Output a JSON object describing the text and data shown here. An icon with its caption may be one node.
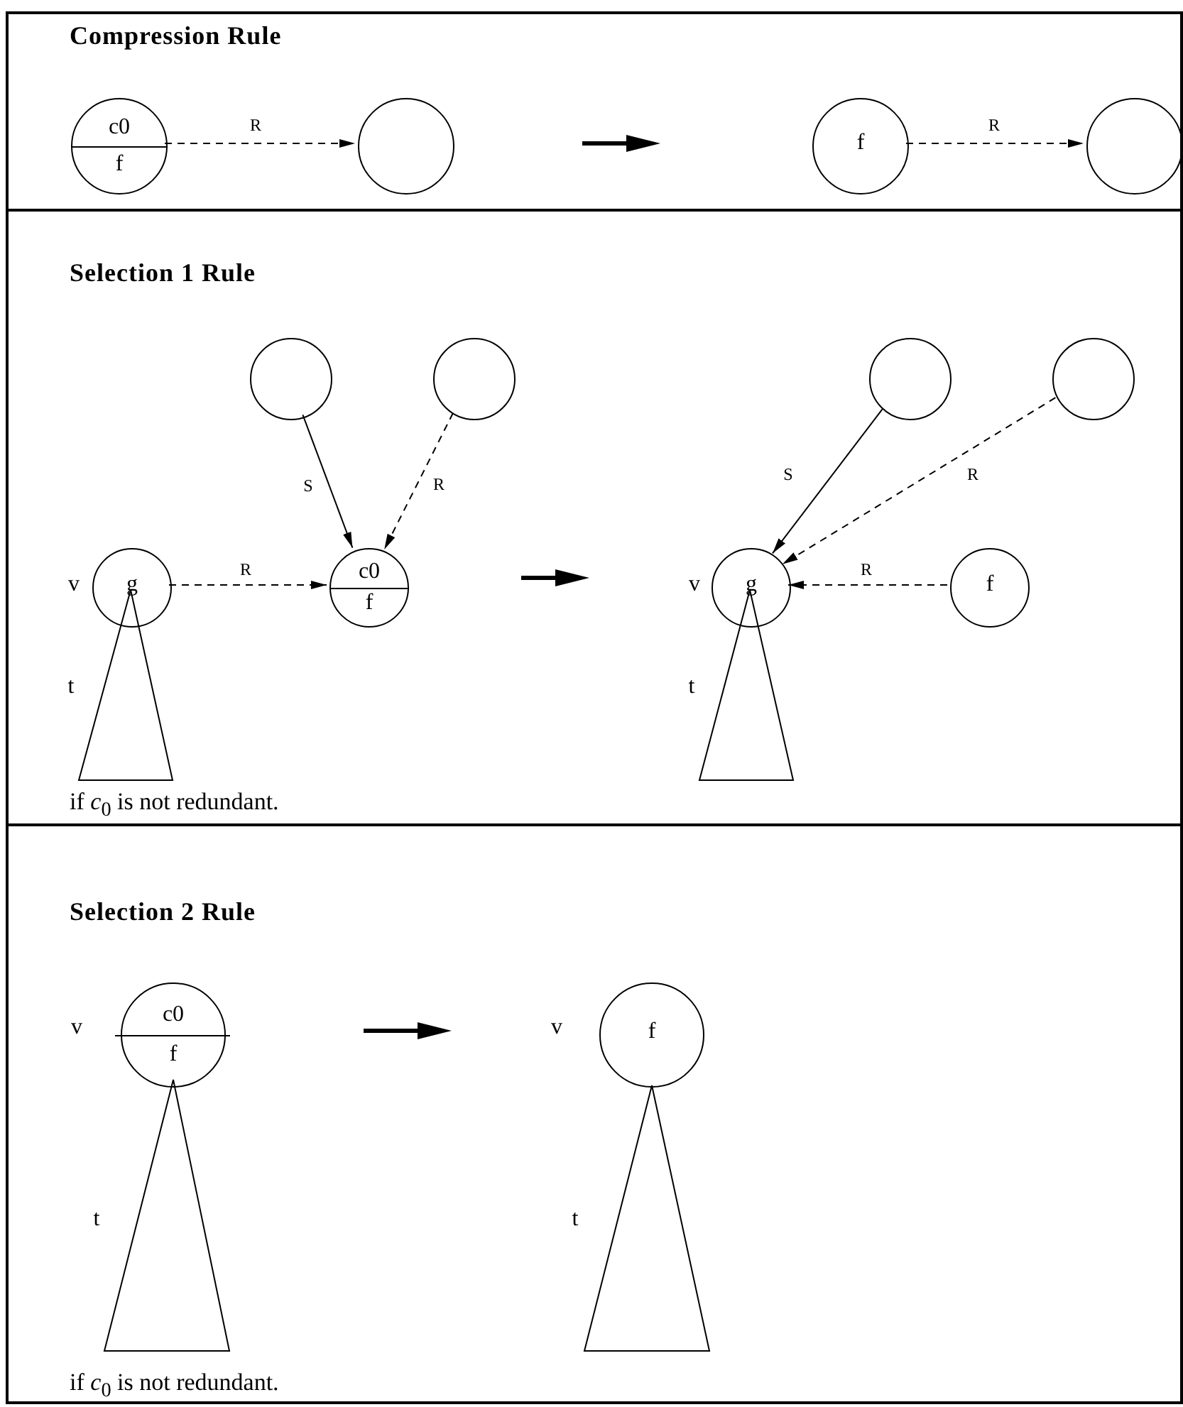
{
  "diagram": {
    "nodes": [
      {
        "text": [
          "Compression Rule"
        ]
      },
      {
        "text": [
          "c0",
          "f"
        ],
        "in": 0
      },
      {
        "text": [],
        "shape": "circle",
        "in": 0
      },
      {
        "text": [
          "f"
        ],
        "in": 0
      },
      {
        "text": [],
        "shape": "circle",
        "in": 0
      },
      {
        "text": [
          "Selection 1 Rule",
          "if *c*$_{0}$ is not redundant."
        ]
      },
      {
        "text": [],
        "shape": "circle",
        "in": 5
      },
      {
        "text": [],
        "shape": "circle",
        "in": 5
      },
      {
        "text": [
          "g"
        ],
        "beside": [
          "v"
        ],
        "in": 5
      },
      {
        "text": [],
        "shape": "triangle",
        "beside": [
          "t"
        ],
        "in": 5
      },
      {
        "text": [
          "c0",
          "f"
        ],
        "in": 5
      },
      {
        "text": [],
        "shape": "circle",
        "in": 5
      },
      {
        "text": [],
        "shape": "circle",
        "in": 5
      },
      {
        "text": [
          "g"
        ],
        "beside": [
          "v"
        ],
        "in": 5
      },
      {
        "text": [],
        "shape": "triangle",
        "beside": [
          "t"
        ],
        "in": 5
      },
      {
        "text": [
          "f"
        ],
        "in": 5
      },
      {
        "text": [
          "Selection 2 Rule",
          "if *c*$_{0}$ is not redundant."
        ]
      },
      {
        "text": [
          "c0",
          "f"
        ],
        "beside": [
          "v"
        ],
        "in": 16
      },
      {
        "text": [],
        "shape": "triangle",
        "beside": [
          "t"
        ],
        "in": 16
      },
      {
        "text": [
          "f"
        ],
        "beside": [
          "v"
        ],
        "in": 16
      },
      {
        "text": [],
        "shape": "triangle",
        "beside": [
          "t"
        ],
        "in": 16
      }
    ],
    "edges": [
      {
        "from": 1,
        "to": 2,
        "arrow": "to",
        "style": "dashed",
        "label": "R"
      },
      {
        "from": 3,
        "to": 4,
        "arrow": "to",
        "style": "dashed",
        "label": "R"
      },
      {
        "from": 6,
        "to": 10,
        "arrow": "to",
        "label": "S"
      },
      {
        "from": 7,
        "to": 10,
        "arrow": "to",
        "style": "dashed",
        "label": "R"
      },
      {
        "from": 8,
        "to": 10,
        "arrow": "to",
        "style": "dashed",
        "label": "R"
      },
      {
        "from": 11,
        "to": 13,
        "arrow": "to",
        "label": "S"
      },
      {
        "from": 12,
        "to": 13,
        "arrow": "to",
        "style": "dashed",
        "label": "R"
      },
      {
        "from": 15,
        "to": 13,
        "arrow": "to",
        "style": "dashed",
        "label": "R"
      }
    ]
  }
}
